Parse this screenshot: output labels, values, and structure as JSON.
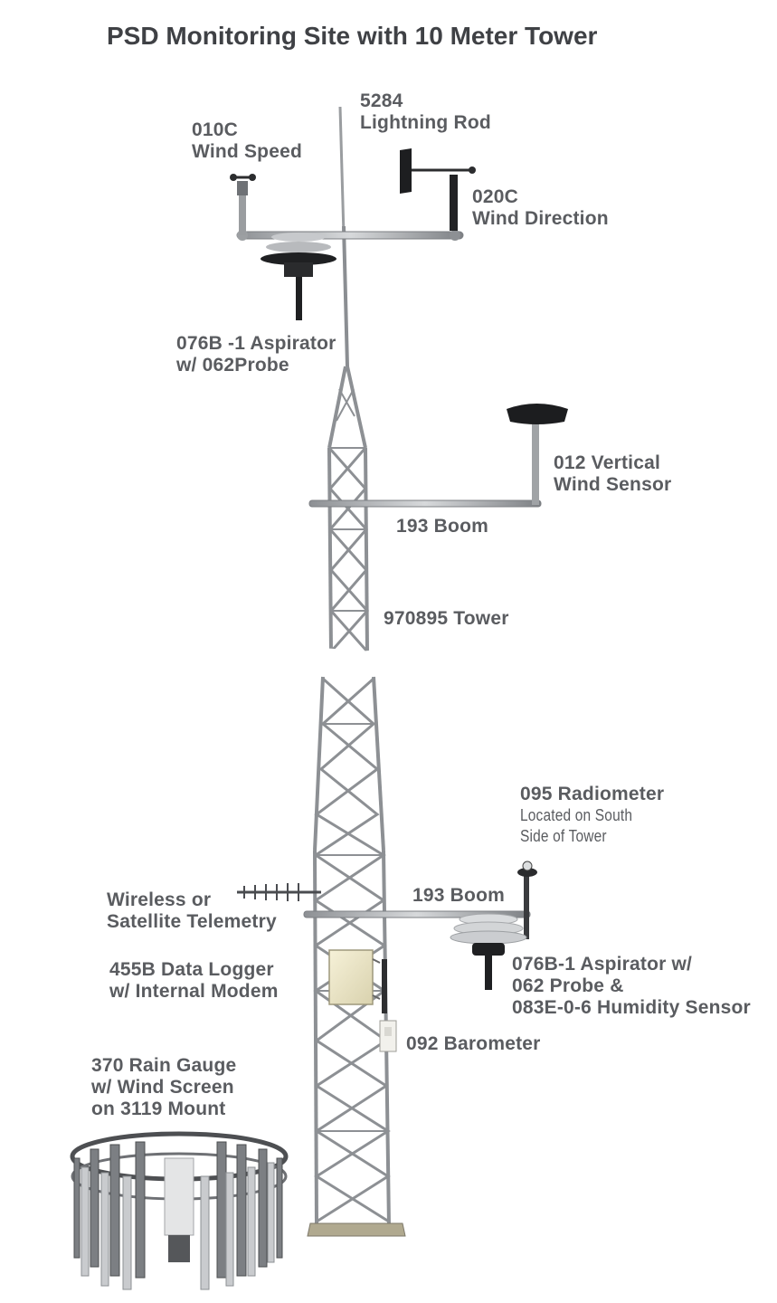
{
  "title": "PSD Monitoring Site with 10 Meter Tower",
  "labels": {
    "lightning_rod": [
      "5284",
      "Lightning Rod"
    ],
    "wind_speed": [
      "010C",
      "Wind Speed"
    ],
    "wind_direction": [
      "020C",
      "Wind Direction"
    ],
    "upper_aspirator": [
      "076B -1 Aspirator",
      "w/ 062Probe"
    ],
    "vertical_wind": [
      "012 Vertical",
      "Wind Sensor"
    ],
    "upper_boom": "193 Boom",
    "tower": "970895 Tower",
    "radiometer": {
      "name": "095 Radiometer",
      "note": [
        "Located on South",
        "Side of Tower"
      ]
    },
    "telemetry": [
      "Wireless or",
      "Satellite Telemetry"
    ],
    "lower_boom": "193 Boom",
    "data_logger": [
      "455B Data Logger",
      "w/ Internal Modem"
    ],
    "lower_aspirator": [
      "076B-1 Aspirator w/",
      "062 Probe &",
      "083E-0-6 Humidity Sensor"
    ],
    "barometer": "092 Barometer",
    "rain_gauge": [
      "370 Rain Gauge",
      "w/ Wind Screen",
      "on 3119 Mount"
    ]
  },
  "colors": {
    "label_text": "#5a5c60",
    "title_text": "#3f4145",
    "metal": "#a9acaf",
    "metal_dark": "#6f7276",
    "sensor_black": "#1e1f21",
    "logger_box": "#ece6c9"
  }
}
